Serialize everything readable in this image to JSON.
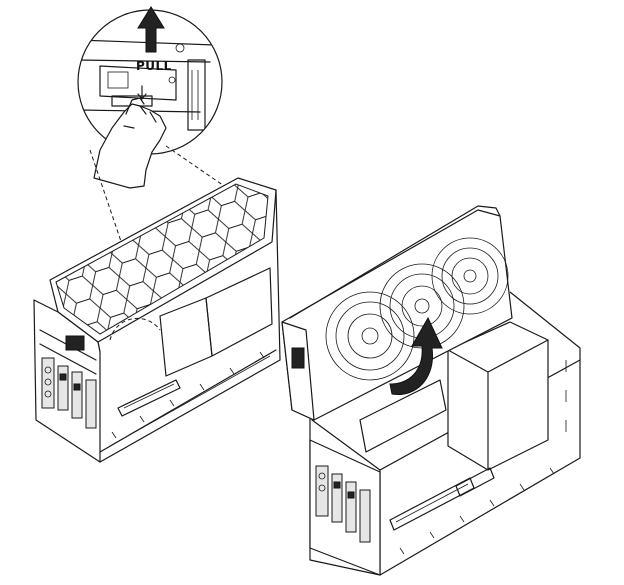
{
  "figure": {
    "callout_label": "PULL",
    "colors": {
      "line": "#1a1a1a",
      "fill": "#ffffff",
      "shade": "#e6e6e6",
      "arrow": "#111111"
    },
    "panels": [
      "release-latch-callout",
      "chassis-open-latch",
      "psu-fan-assembly-raised"
    ]
  }
}
